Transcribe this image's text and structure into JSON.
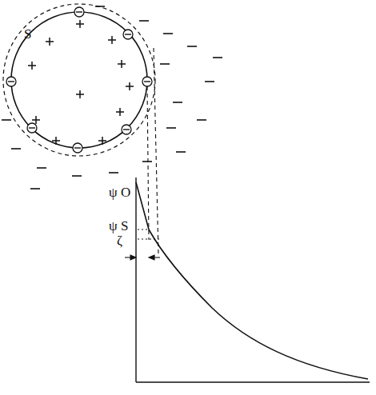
{
  "diagram": {
    "labels": [
      "S",
      "ψ O",
      "ψ S",
      "ζ"
    ]
  }
}
